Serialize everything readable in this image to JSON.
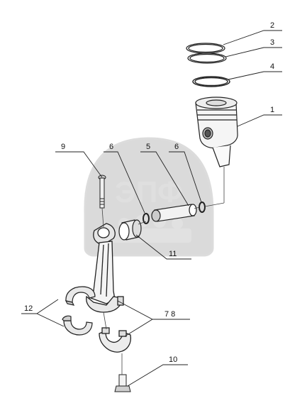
{
  "diagram": {
    "watermark": {
      "line1": "ЗАПАСНЫЕ",
      "line2": "ЧАСТИ",
      "logo": "ЭПФ",
      "icon": "watermark-logo-icon"
    },
    "callouts": [
      {
        "id": "label-2",
        "text": "2"
      },
      {
        "id": "label-3",
        "text": "3"
      },
      {
        "id": "label-4",
        "text": "4"
      },
      {
        "id": "label-1",
        "text": "1"
      },
      {
        "id": "label-9",
        "text": "9"
      },
      {
        "id": "label-6-left",
        "text": "6"
      },
      {
        "id": "label-5",
        "text": "5"
      },
      {
        "id": "label-6-right",
        "text": "6"
      },
      {
        "id": "label-11",
        "text": "11"
      },
      {
        "id": "label-12",
        "text": "12"
      },
      {
        "id": "label-7-8",
        "text": "7 8"
      },
      {
        "id": "label-10",
        "text": "10"
      }
    ]
  }
}
